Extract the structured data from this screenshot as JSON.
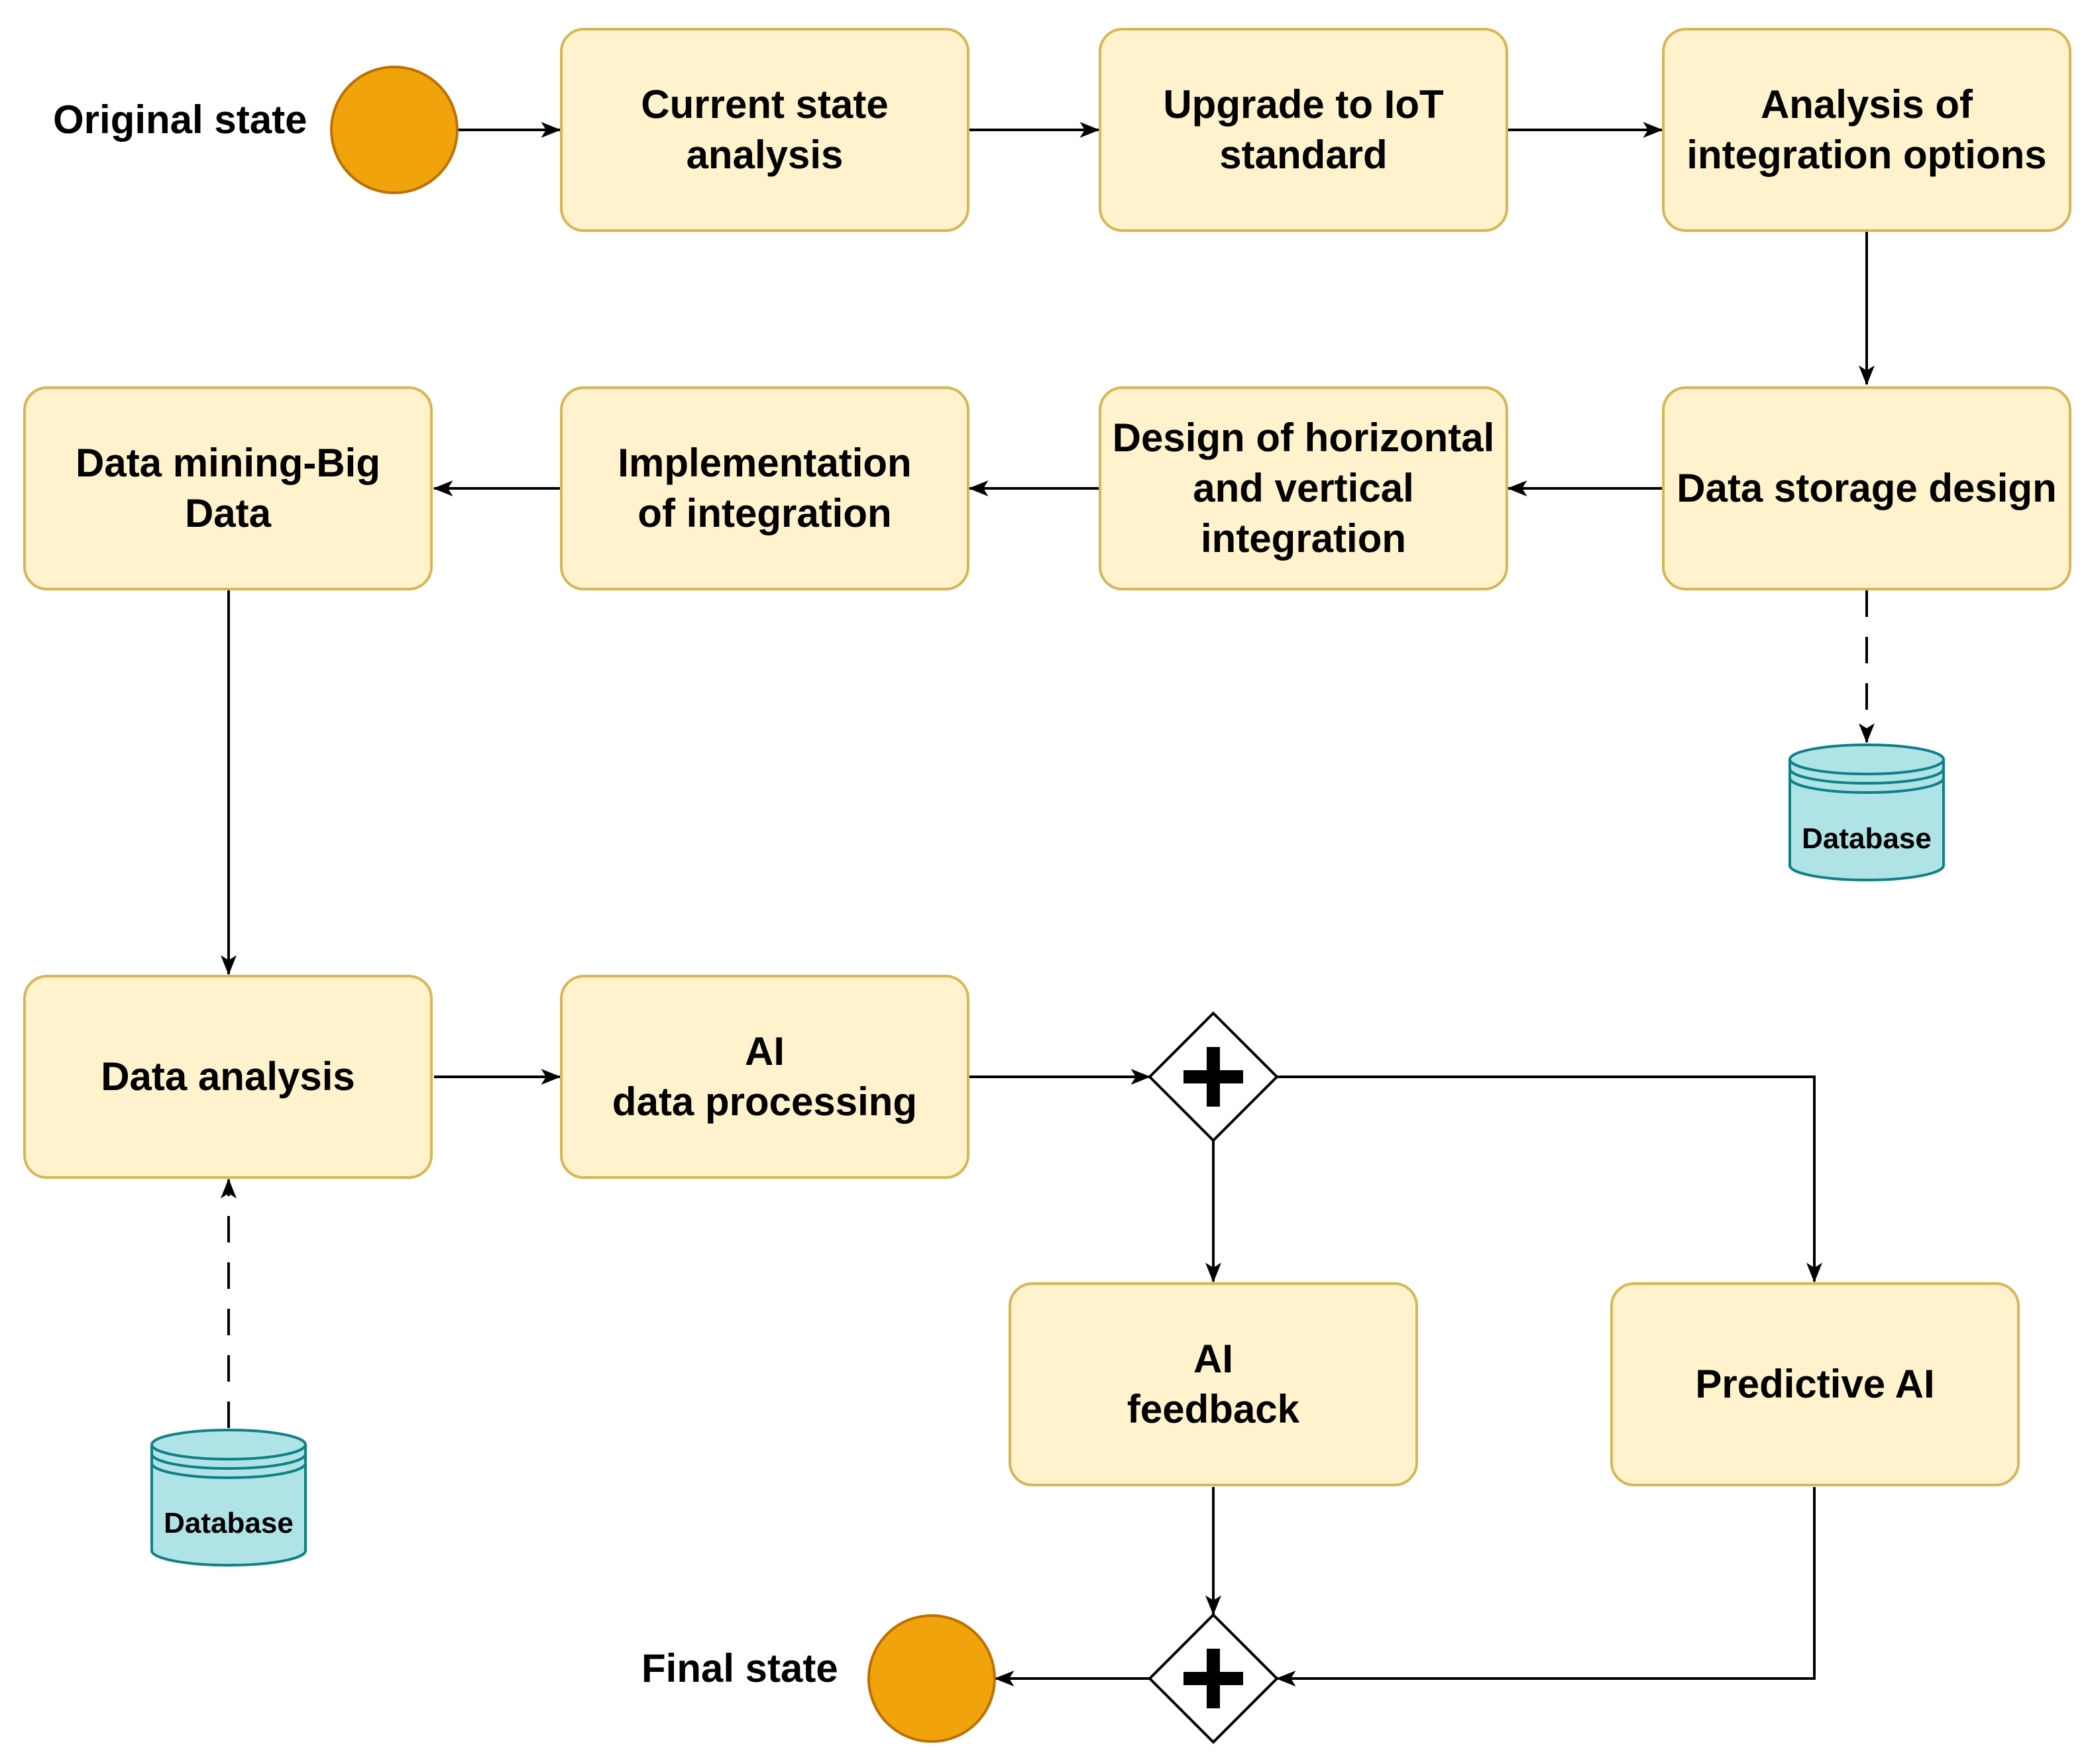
{
  "events": {
    "start": {
      "label": "Original state",
      "color": "#f0a30a"
    },
    "end": {
      "label": "Final state",
      "color": "#f0a30a"
    }
  },
  "tasks": {
    "current_state_analysis": "Current state\nanalysis",
    "upgrade_iot": "Upgrade to IoT\nstandard",
    "analysis_integration": "Analysis of\nintegration options",
    "data_storage_design": "Data storage design",
    "design_integration": "Design of horizontal\nand vertical\nintegration",
    "implementation_integration": "Implementation\nof integration",
    "data_mining": "Data mining-Big\nData",
    "data_analysis": "Data analysis",
    "ai_processing": "AI\ndata processing",
    "ai_feedback": "AI\nfeedback",
    "predictive_ai": "Predictive AI"
  },
  "data_stores": {
    "storage_db": "Database",
    "analysis_db": "Database"
  },
  "gateways": {
    "split": {
      "type": "parallel",
      "icon": "plus-icon"
    },
    "join": {
      "type": "parallel",
      "icon": "plus-icon"
    }
  },
  "colors": {
    "task_fill": "#fff2cc",
    "task_border": "#d6b656",
    "database_fill": "#b0e3e6",
    "database_border": "#0e8088",
    "event_fill": "#f0a30a",
    "event_border": "#bd7000"
  }
}
